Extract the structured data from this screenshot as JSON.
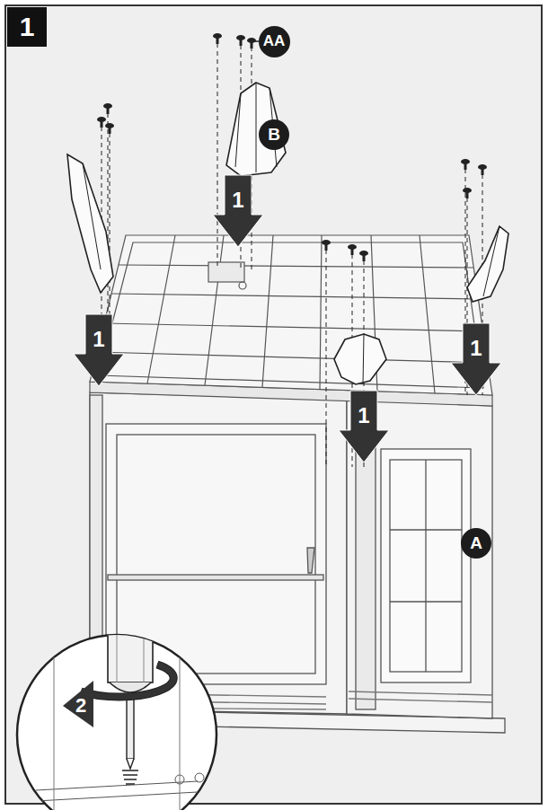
{
  "diagram": {
    "nodes": [
      {
        "text": [
          "1"
        ]
      },
      {
        "text": [
          "AA"
        ]
      },
      {
        "text": [
          "B"
        ]
      },
      {
        "text": [
          "A"
        ]
      }
    ],
    "labels": [
      "1",
      "1",
      "1",
      "1",
      "2"
    ]
  }
}
